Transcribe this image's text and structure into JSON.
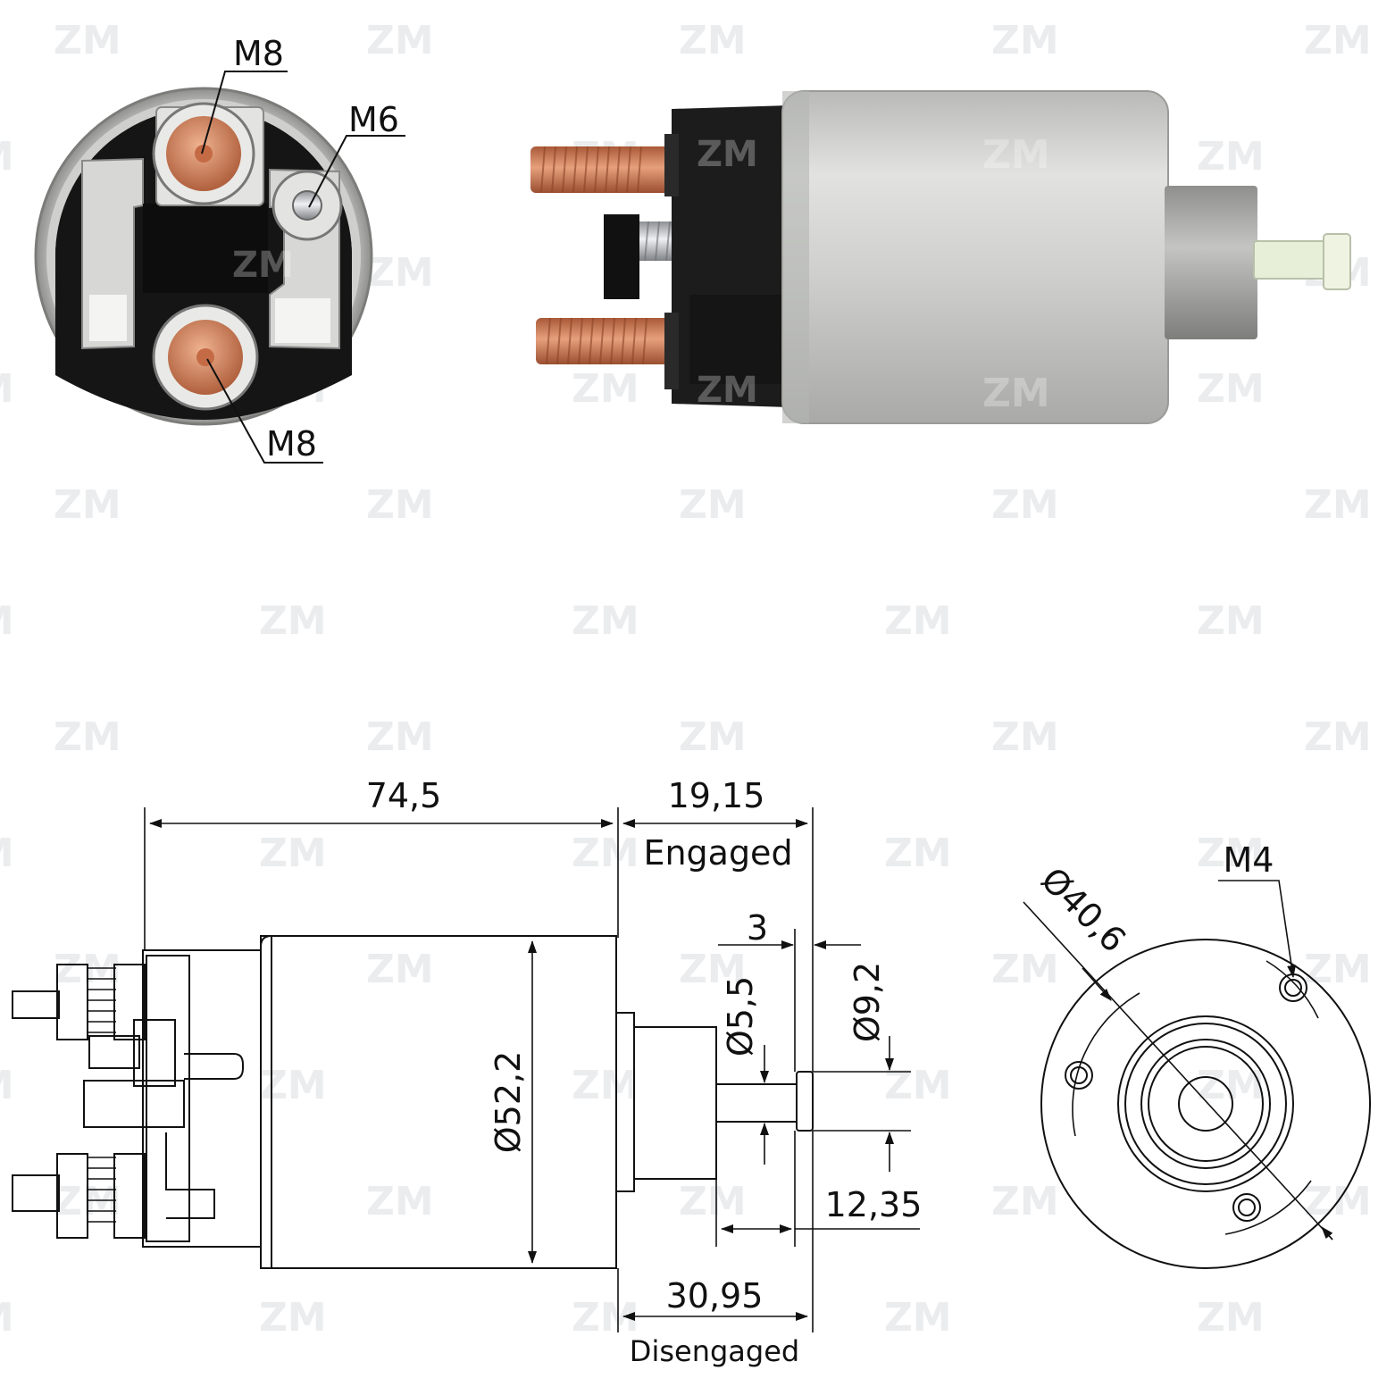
{
  "watermark": "ZM",
  "photo_labels": {
    "front_top_stud": "M8",
    "front_small_stud": "M6",
    "front_bottom_stud": "M8"
  },
  "dimensions": {
    "body_length": "74,5",
    "engaged_travel": "19,15",
    "engaged_label": "Engaged",
    "plunger_step": "3",
    "body_diameter": "Ø52,2",
    "rod_diameter": "Ø5,5",
    "head_diameter": "Ø9,2",
    "rod_length": "12,35",
    "disengaged_travel": "30,95",
    "disengaged_label": "Disengaged",
    "bolt_circle": "Ø40,6",
    "mount_thread": "M4"
  },
  "colors": {
    "copper": "#c9744c",
    "steel": "#c8c9c6",
    "cap": "#1b1b1b",
    "line": "#111111"
  }
}
